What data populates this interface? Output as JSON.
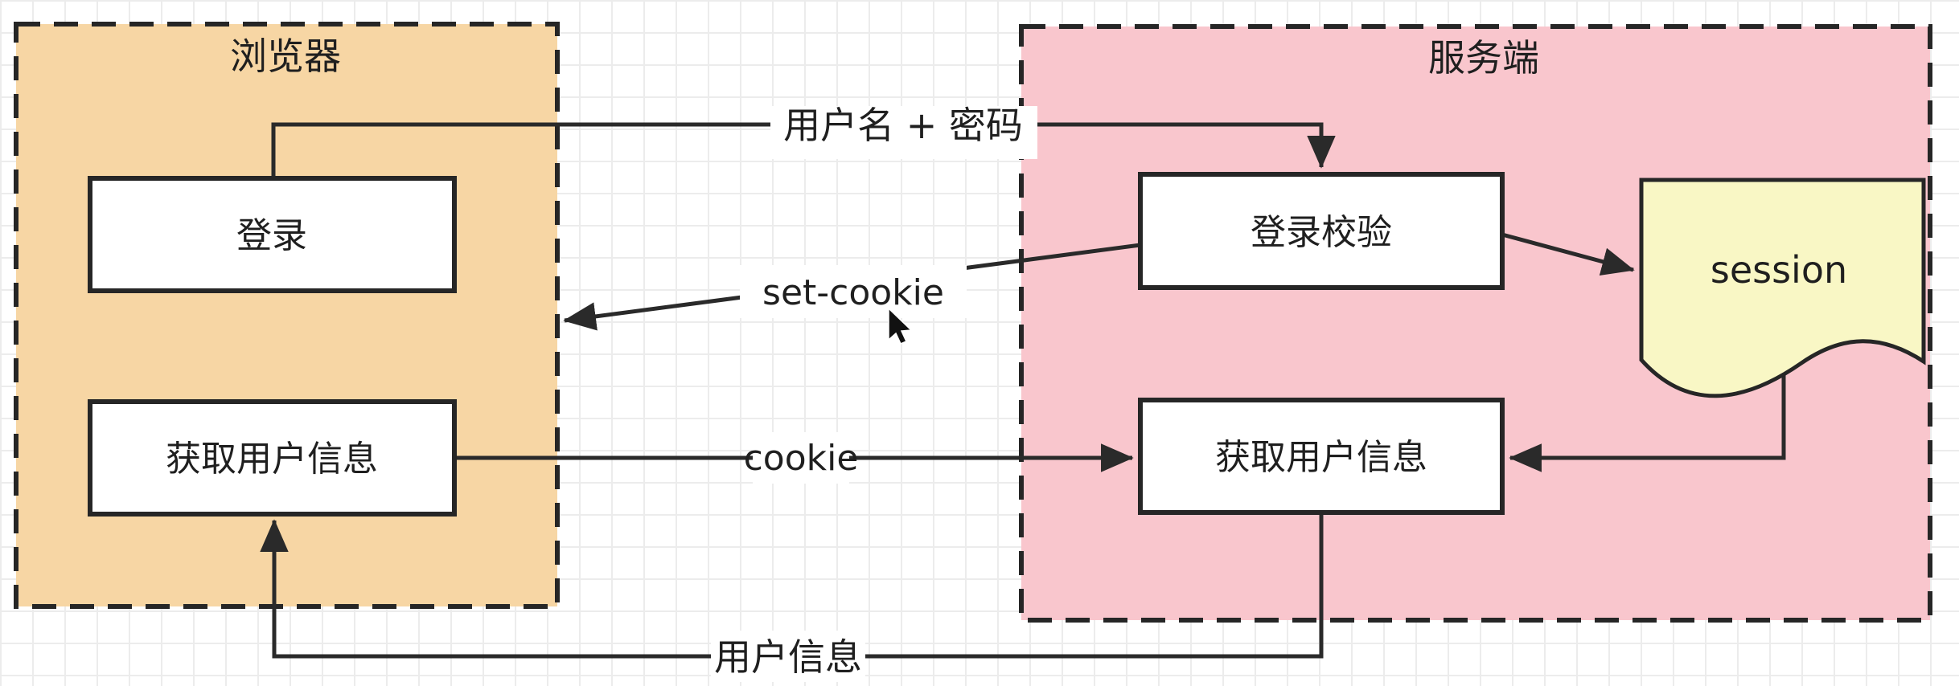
{
  "diagram": {
    "title_none": "",
    "containers": {
      "browser": {
        "label": "浏览器"
      },
      "server": {
        "label": "服务端"
      }
    },
    "nodes": {
      "login": {
        "label": "登录"
      },
      "get_user_info_client": {
        "label": "获取用户信息"
      },
      "login_verify": {
        "label": "登录校验"
      },
      "get_user_info_server": {
        "label": "获取用户信息"
      },
      "session_store": {
        "label": "session"
      }
    },
    "edges": {
      "username_password": {
        "label": "用户名 + 密码"
      },
      "set_cookie": {
        "label": "set-cookie"
      },
      "cookie": {
        "label": "cookie"
      },
      "user_info": {
        "label": "用户信息"
      }
    },
    "colors": {
      "browser_fill": "#F7D6A4",
      "server_fill": "#F9C6CD",
      "session_fill": "#F9F7C5",
      "node_fill": "#FFFFFF",
      "label_bg": "#FFFFFF",
      "line": "#2A2A2A",
      "text": "#1F1F1F",
      "grid": "#ECECEC"
    },
    "icons": {
      "cursor": "mouse-pointer"
    }
  }
}
